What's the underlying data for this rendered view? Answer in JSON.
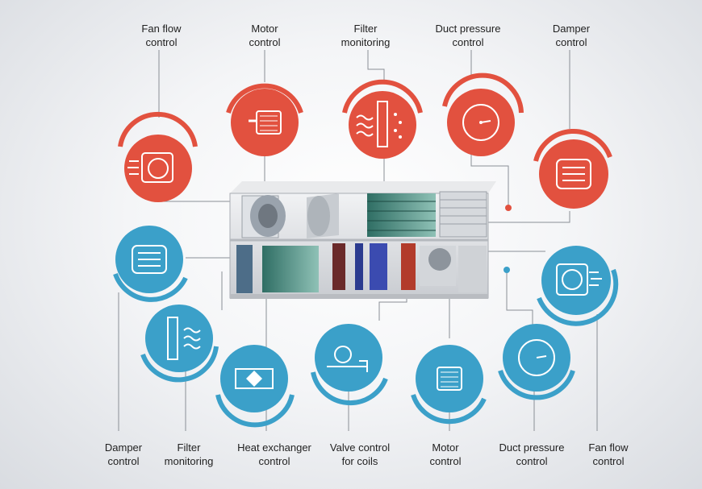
{
  "colors": {
    "top_accent": "#e2513f",
    "bottom_accent": "#3ba0c9",
    "line": "#8a8f96"
  },
  "top_labels": [
    {
      "line1": "Fan flow",
      "line2": "control",
      "icon": "fan-icon"
    },
    {
      "line1": "Motor",
      "line2": "control",
      "icon": "motor-icon"
    },
    {
      "line1": "Filter",
      "line2": "monitoring",
      "icon": "filter-icon"
    },
    {
      "line1": "Duct pressure",
      "line2": "control",
      "icon": "pressure-gauge-icon"
    },
    {
      "line1": "Damper",
      "line2": "control",
      "icon": "damper-icon"
    }
  ],
  "bottom_labels": [
    {
      "line1": "Damper",
      "line2": "control",
      "icon": "damper-icon"
    },
    {
      "line1": "Filter",
      "line2": "monitoring",
      "icon": "filter-icon"
    },
    {
      "line1": "Heat exchanger",
      "line2": "control",
      "icon": "heat-exchanger-icon"
    },
    {
      "line1": "Valve control",
      "line2": "for coils",
      "icon": "valve-icon"
    },
    {
      "line1": "Motor",
      "line2": "control",
      "icon": "motor-icon"
    },
    {
      "line1": "Duct pressure",
      "line2": "control",
      "icon": "pressure-gauge-icon"
    },
    {
      "line1": "Fan flow",
      "line2": "control",
      "icon": "fan-icon"
    }
  ]
}
